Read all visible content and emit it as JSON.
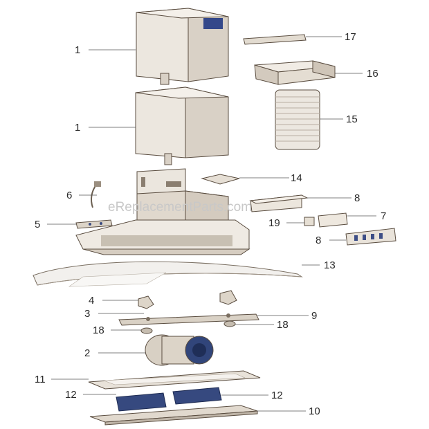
{
  "watermark": "eReplacementParts.com",
  "labels": {
    "l1a": "1",
    "l1b": "1",
    "l2": "2",
    "l3": "3",
    "l4": "4",
    "l5": "5",
    "l6": "6",
    "l7": "7",
    "l8a": "8",
    "l8b": "8",
    "l9": "9",
    "l10": "10",
    "l11": "11",
    "l12a": "12",
    "l12b": "12",
    "l13": "13",
    "l14": "14",
    "l15": "15",
    "l16": "16",
    "l17": "17",
    "l18a": "18",
    "l18b": "18",
    "l19": "19"
  },
  "colors": {
    "metal": "#e9e4dc",
    "metal_dark": "#c9c0b4",
    "outline": "#5a4d40",
    "filter_blue": "#3c4e86",
    "motor": "#2f4270"
  }
}
